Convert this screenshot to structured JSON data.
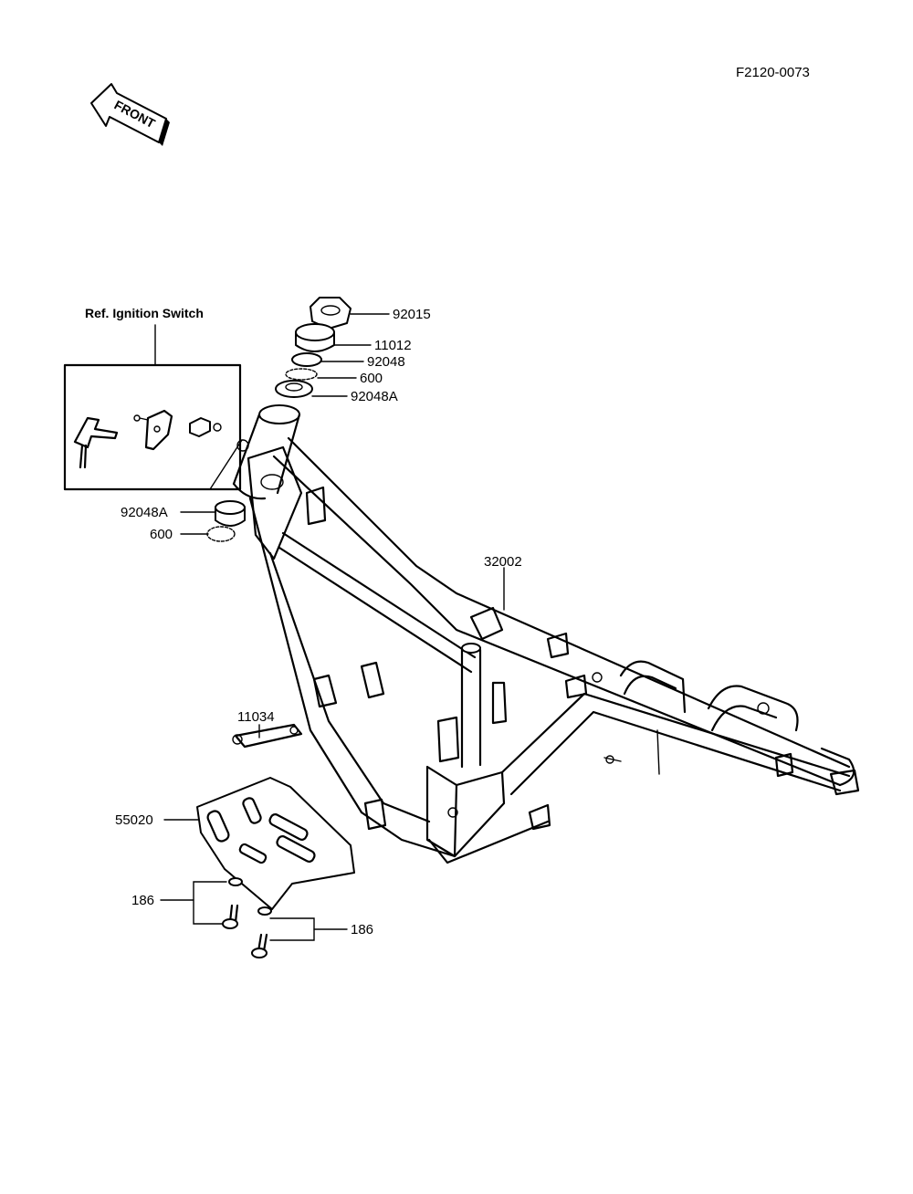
{
  "diagram_id": "F2120-0073",
  "front_marker": "FRONT",
  "inset_title": "Ref. Ignition Switch",
  "callouts": {
    "p92015": "92015",
    "p11012": "11012",
    "p92048": "92048",
    "p600_top": "600",
    "p92048A_top": "92048A",
    "p92048A_left": "92048A",
    "p600_left": "600",
    "p32002": "32002",
    "p11034": "11034",
    "p55020": "55020",
    "p186_left": "186",
    "p186_right": "186"
  }
}
